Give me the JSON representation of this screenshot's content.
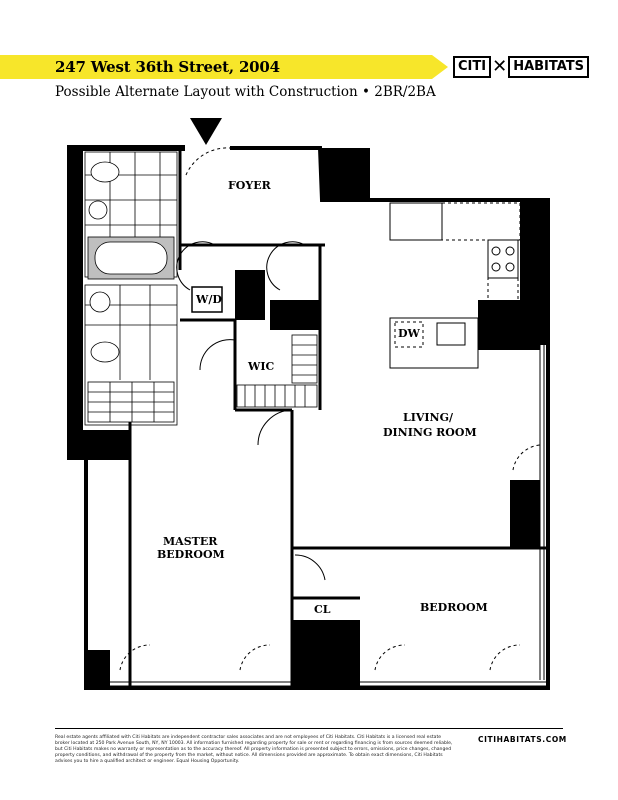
{
  "header": {
    "title": "247 West 36th Street, 2004",
    "subtitle": "Possible Alternate Layout with Construction • 2BR/2BA",
    "logo_left": "CITI",
    "logo_right": "HABITATS",
    "accent_color": "#f7e62a"
  },
  "rooms": {
    "foyer": "FOYER",
    "wd": "W/D",
    "wic": "WIC",
    "dw": "DW",
    "living_line1": "LIVING/",
    "living_line2": "DINING ROOM",
    "master_line1": "MASTER",
    "master_line2": "BEDROOM",
    "closet": "CL",
    "bedroom": "BEDROOM"
  },
  "footer": {
    "disclaimer": "Real estate agents affiliated with Citi Habitats are independent contractor sales associates and are not employees of Citi Habitats. Citi Habitats is a licensed real estate broker located at 250 Park Avenue South, NY, NY 10003. All information furnished regarding property for sale or rent or regarding financing is from sources deemed reliable, but Citi Habitats makes no warranty or representation as to the accuracy thereof. All property information is presented subject to errors, omissions, price changes, changed property conditions, and withdrawal of the property from the market, without notice. All dimensions provided are approximate. To obtain exact dimensions, Citi Habitats advises you to hire a qualified architect or engineer. Equal Housing Opportunity.",
    "website": "CITIHABITATS.COM"
  }
}
